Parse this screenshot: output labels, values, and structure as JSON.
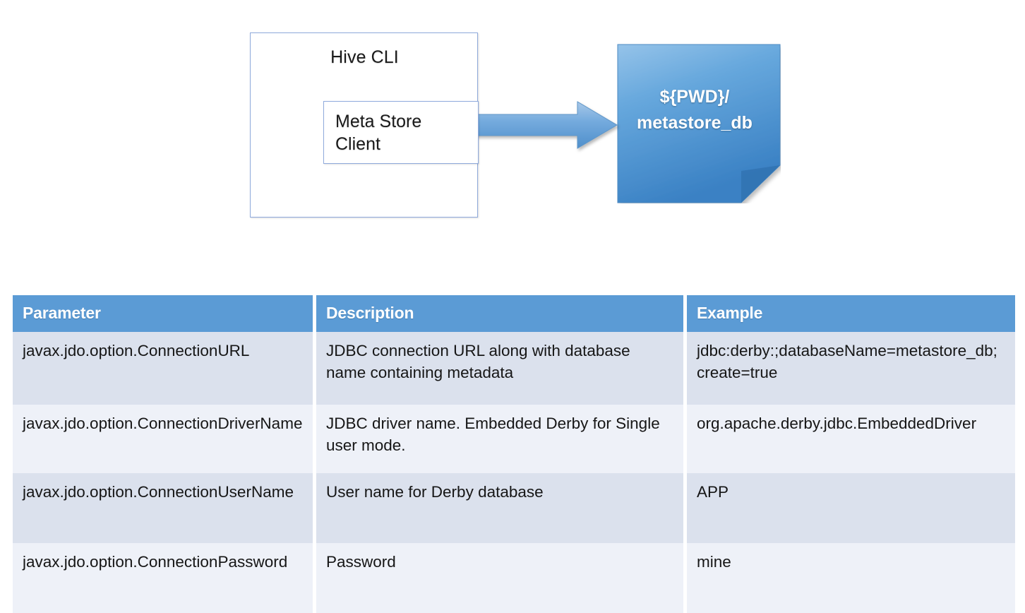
{
  "diagram": {
    "hive_cli": {
      "title": "Hive CLI",
      "inner_box_label": "Meta Store Client",
      "border_color": "#8faadc",
      "fill_color": "#ffffff"
    },
    "arrow": {
      "name": "flow-arrow",
      "direction": "right",
      "fill_color": "#5b9bd5"
    },
    "document": {
      "line1": "${PWD}/",
      "line2": "metastore_db",
      "fill_color": "#4a90d9",
      "text_color": "#ffffff"
    }
  },
  "table": {
    "header_bg": "#5b9bd5",
    "header_text_color": "#ffffff",
    "row_band_dark": "#dbe1ed",
    "row_band_light": "#eef1f8",
    "columns": [
      "Parameter",
      "Description",
      "Example"
    ],
    "rows": [
      {
        "parameter": "javax.jdo.option.ConnectionURL",
        "description": "JDBC connection URL along with database name containing metadata",
        "example": "jdbc:derby:;databaseName=metastore_db;create=true"
      },
      {
        "parameter": "javax.jdo.option.ConnectionDriverName",
        "description": "JDBC driver name. Embedded Derby for Single user mode.",
        "example": "org.apache.derby.jdbc.EmbeddedDriver"
      },
      {
        "parameter": "javax.jdo.option.ConnectionUserName",
        "description": "User name for Derby database",
        "example": "APP"
      },
      {
        "parameter": "javax.jdo.option.ConnectionPassword",
        "description": "Password",
        "example": "mine"
      }
    ]
  }
}
